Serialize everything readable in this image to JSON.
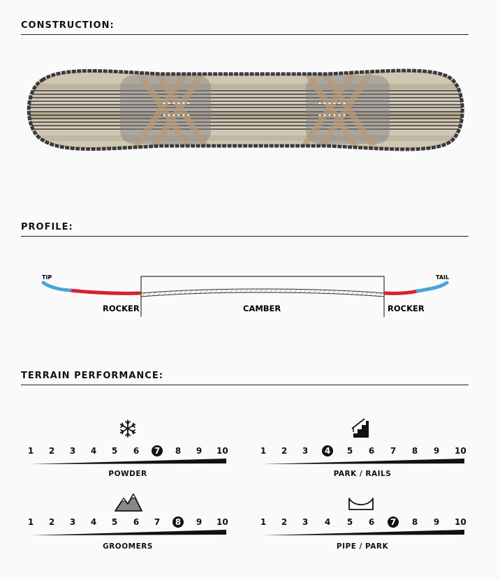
{
  "sections": {
    "construction": "CONSTRUCTION:",
    "profile": "PROFILE:",
    "terrain": "TERRAIN PERFORMANCE:"
  },
  "profile": {
    "tip": "TIP",
    "tail": "TAIL",
    "rocker_left": "ROCKER",
    "camber": "CAMBER",
    "rocker_right": "ROCKER"
  },
  "scale_numbers": [
    "1",
    "2",
    "3",
    "4",
    "5",
    "6",
    "7",
    "8",
    "9",
    "10"
  ],
  "ratings": {
    "powder": {
      "label": "POWDER",
      "value": 7
    },
    "park": {
      "label": "PARK / RAILS",
      "value": 4
    },
    "groomers": {
      "label": "GROOMERS",
      "value": 8
    },
    "pipe": {
      "label": "PIPE / PARK",
      "value": 7
    }
  },
  "colors": {
    "rocker_red": "#d8212f",
    "tip_blue": "#4aa3d8"
  }
}
